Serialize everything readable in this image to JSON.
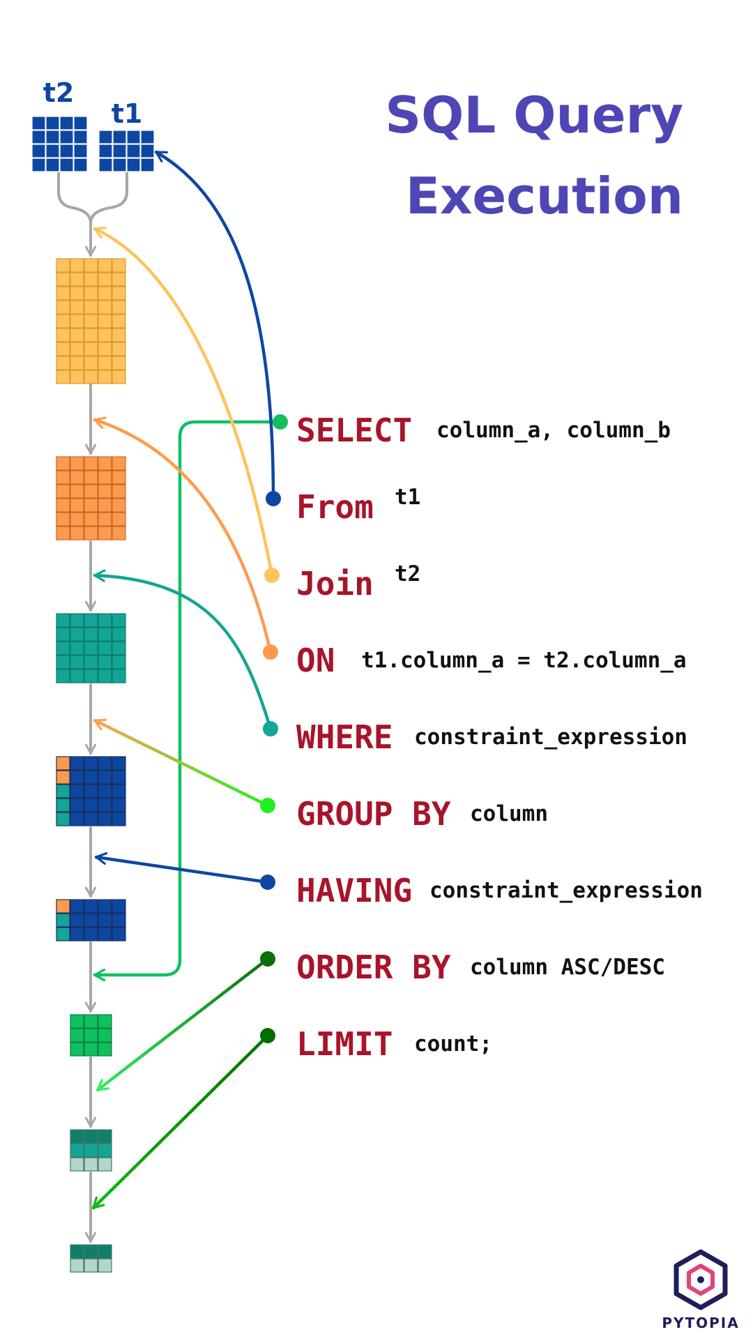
{
  "title": {
    "line1": "SQL Query",
    "line2": "Execution"
  },
  "tables": {
    "t2": "t2",
    "t1": "t1"
  },
  "clauses": [
    {
      "id": "select",
      "keyword": "SELECT",
      "args": "column_a, column_b",
      "color": "#10c060",
      "kind": "hook"
    },
    {
      "id": "from",
      "keyword": "From",
      "args": "t1",
      "color": "#0d47a1",
      "kind": "curve"
    },
    {
      "id": "join",
      "keyword": "Join",
      "args": "t2",
      "color": "#ffc25c",
      "kind": "curve"
    },
    {
      "id": "on",
      "keyword": "ON",
      "args": "t1.column_a = t2.column_a",
      "color": "#ff9a4d",
      "kind": "curve"
    },
    {
      "id": "where",
      "keyword": "WHERE",
      "args": "constraint_expression",
      "color": "#13a595",
      "kind": "curve"
    },
    {
      "id": "group_by",
      "keyword": "GROUP BY",
      "args": "column",
      "color": "#22ee22",
      "kind": "line",
      "gradient_to": "#ffa24d"
    },
    {
      "id": "having",
      "keyword": "HAVING",
      "args": "constraint_expression",
      "color": "#0d47a1",
      "kind": "line"
    },
    {
      "id": "order_by",
      "keyword": "ORDER BY",
      "args": "column ASC/DESC",
      "color": "#0a6e0a",
      "kind": "line",
      "gradient_to": "#33ee66"
    },
    {
      "id": "limit",
      "keyword": "LIMIT",
      "args": "count;",
      "color": "#006e00",
      "kind": "line",
      "gradient_to": "#11bb11"
    }
  ],
  "colors": {
    "title": "#4e46b4",
    "table_blue": "#0d47a1",
    "keyword": "#a8142a",
    "argument": "#111111",
    "flow_gray": "#a6a6a6",
    "joined": "#ffc25c",
    "on_filtered": "#ff9a4d",
    "where_filtered": "#13a595",
    "ordered": "#10c060",
    "dark_teal": "#117e6a",
    "faded": "#b4d6c9",
    "logo_dark": "#1e1e5a",
    "logo_pink": "#e0447a"
  },
  "logo": {
    "text": "PYTOPIA",
    "icon": "pytopia-logo-icon"
  }
}
